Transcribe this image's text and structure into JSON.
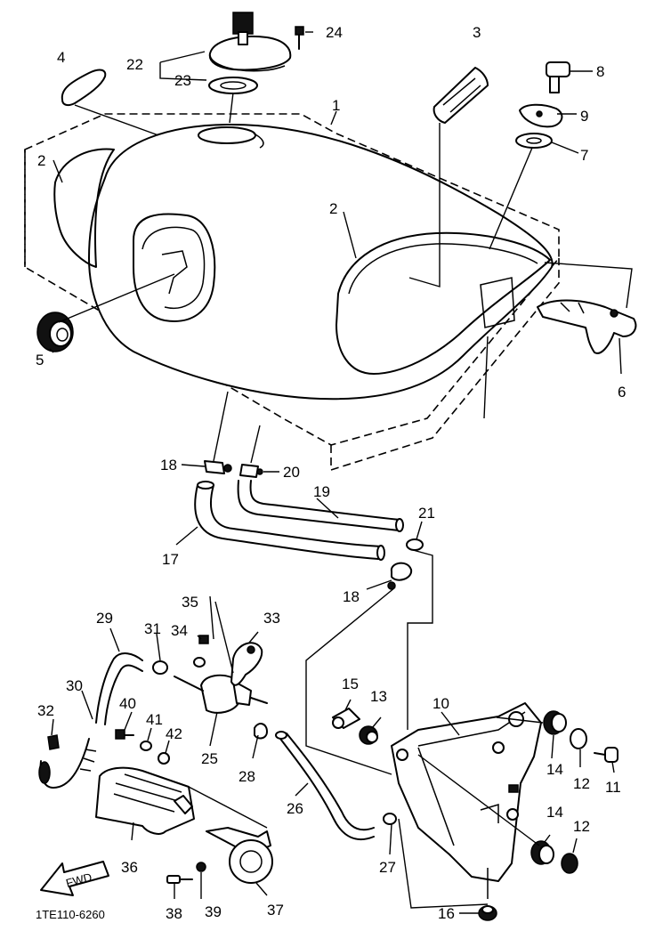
{
  "diagram": {
    "part_code": "1TE110-6260",
    "direction_label": "FWD",
    "labels": {
      "l1": "1",
      "l2a": "2",
      "l2b": "2",
      "l3": "3",
      "l4": "4",
      "l5": "5",
      "l6": "6",
      "l7": "7",
      "l8": "8",
      "l9": "9",
      "l10": "10",
      "l11": "11",
      "l12a": "12",
      "l12b": "12",
      "l13": "13",
      "l14a": "14",
      "l14b": "14",
      "l15": "15",
      "l16": "16",
      "l17": "17",
      "l18a": "18",
      "l18b": "18",
      "l19": "19",
      "l20": "20",
      "l21": "21",
      "l22": "22",
      "l23": "23",
      "l24": "24",
      "l25": "25",
      "l26": "26",
      "l27": "27",
      "l28": "28",
      "l29": "29",
      "l30": "30",
      "l31": "31",
      "l32": "32",
      "l33": "33",
      "l34": "34",
      "l35": "35",
      "l36": "36",
      "l37": "37",
      "l38": "38",
      "l39": "39",
      "l40": "40",
      "l41": "41",
      "l42": "42"
    }
  }
}
